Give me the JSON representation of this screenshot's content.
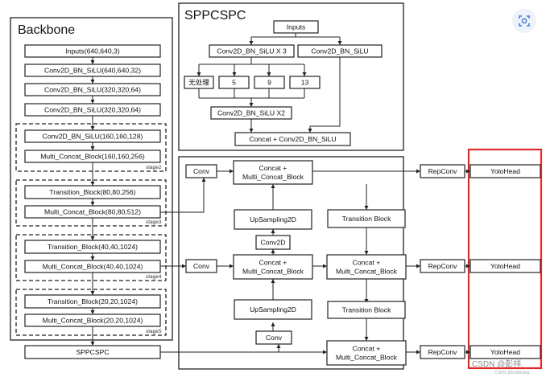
{
  "backbone": {
    "title": "Backbone",
    "inputs": "Inputs(640,640,3)",
    "conv1": "Conv2D_BN_SiLU(640,640,32)",
    "conv2": "Conv2D_BN_SiLU(320,320,64)",
    "conv3": "Conv2D_BN_SiLU(320,320,64)",
    "s2_conv": "Conv2D_BN_SiLU(160,160,128)",
    "s2_mcb": "Multi_Concat_Block(160,160,256)",
    "s2_label": "stage2",
    "s3_tb": "Transition_Block(80,80,256)",
    "s3_mcb": "Multi_Concat_Block(80,80,512)",
    "s3_label": "stage3",
    "s4_tb": "Transition_Block(40,40,1024)",
    "s4_mcb": "Multi_Concat_Block(40,40,1024)",
    "s4_label": "stage4",
    "s5_tb": "Transition_Block(20,20,1024)",
    "s5_mcb": "Multi_Concat_Block(20,20,1024)",
    "s5_label": "stage5"
  },
  "sppcspc_bottom": "SPPCSPC",
  "sppcspc": {
    "title": "SPPCSPC",
    "inputs": "Inputs",
    "conv_x3": "Conv2D_BN_SiLU X 3",
    "conv_side": "Conv2D_BN_SiLU",
    "pool_none": "无处理",
    "pool5": "5",
    "pool9": "9",
    "pool13": "13",
    "conv_x2": "Conv2D_BN_SiLU X2",
    "concat": "Concat + Conv2D_BN_SiLU"
  },
  "neck": {
    "conv_top": "Conv",
    "concat_mcb_1a": "Concat +",
    "concat_mcb_1b": "Multi_Concat_Block",
    "up1": "UpSampling2D",
    "tb_right1": "Transition Block",
    "conv2d_small": "Conv2D",
    "conv_mid": "Conv",
    "concat_mcb_2a": "Concat +",
    "concat_mcb_2b": "Multi_Concat_Block",
    "concat_mcb_3a": "Concat +",
    "concat_mcb_3b": "Multi_Concat_Block",
    "up2": "UpSampling2D",
    "tb_right2": "Transition Block",
    "conv_low": "Conv",
    "concat_mcb_4a": "Concat +",
    "concat_mcb_4b": "Multi_Concat_Block"
  },
  "heads": {
    "repconv1": "RepConv",
    "repconv2": "RepConv",
    "repconv3": "RepConv",
    "yolo1": "YoloHead",
    "yolo2": "YoloHead",
    "yolo3": "YoloHead"
  },
  "watermark": {
    "main": "CSDN @彭祥.",
    "sub": "CSDN @Bubbliiiing"
  },
  "colors": {
    "highlight": "#e02a2a",
    "lens_icon": "#4c7cd9"
  },
  "icons": {
    "lens": "scan-icon"
  }
}
